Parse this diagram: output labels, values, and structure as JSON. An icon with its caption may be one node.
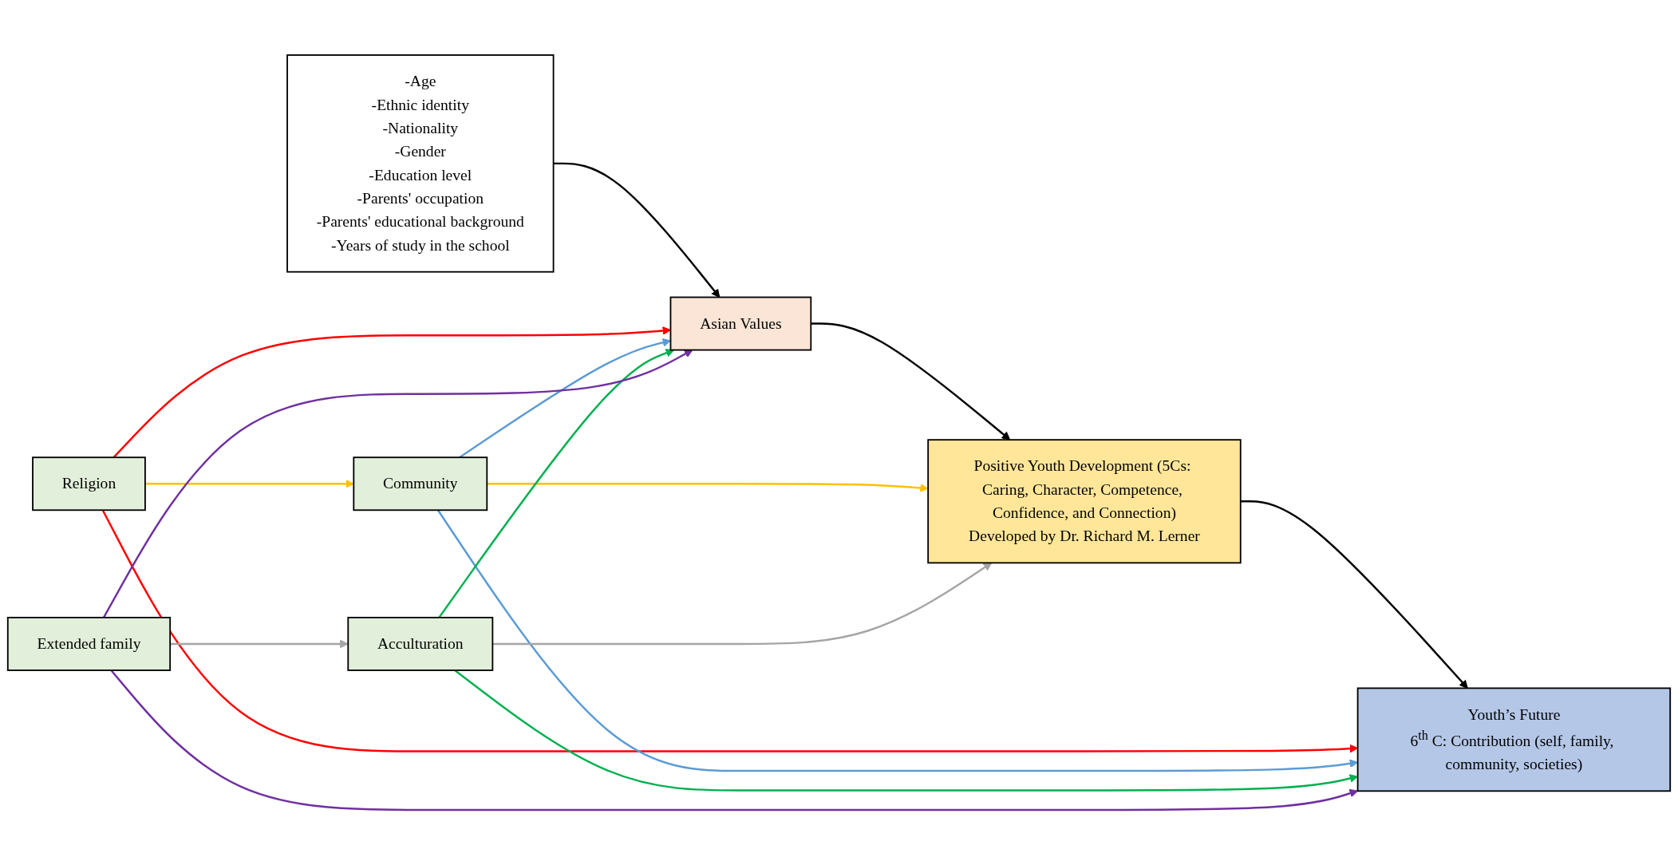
{
  "diagram": {
    "nodes": [
      {
        "text": [
          "-Age",
          "-Ethnic identity",
          "-Nationality",
          "-Gender",
          "-Education level",
          "-Parents' occupation",
          "-Parents' educational background",
          "-Years of study in the school"
        ]
      },
      {
        "text": [
          "Religion"
        ]
      },
      {
        "text": [
          "Community"
        ]
      },
      {
        "text": [
          "Asian Values"
        ]
      },
      {
        "text": [
          "Positive Youth Development (5Cs: Caring, Character, Competence, Confidence, and Connection)",
          "Developed by Dr. Richard M. Lerner"
        ]
      },
      {
        "text": [
          "Youth’s Future",
          "6$^{th}$ C: Contribution (self, family, community, societies)"
        ]
      },
      {
        "text": [
          "Acculturation"
        ]
      },
      {
        "text": [
          "Extended family"
        ]
      }
    ],
    "edges": [
      {
        "from": 0,
        "to": 3,
        "arrow": "to"
      },
      {
        "from": 3,
        "to": 4,
        "arrow": "to"
      },
      {
        "from": 4,
        "to": 5,
        "arrow": "to"
      },
      {
        "from": 1,
        "to": 3,
        "arrow": "to",
        "color": "#ff0000"
      },
      {
        "from": 1,
        "to": 5,
        "arrow": "to",
        "color": "#ff0000"
      },
      {
        "from": 1,
        "to": 2,
        "arrow": "to",
        "color": "#ffc000"
      },
      {
        "from": 2,
        "to": 3,
        "arrow": "to",
        "color": "#5b9bd5"
      },
      {
        "from": 2,
        "to": 5,
        "arrow": "to",
        "color": "#5b9bd5"
      },
      {
        "from": 2,
        "to": 4,
        "arrow": "to",
        "color": "#ffc000"
      },
      {
        "from": 6,
        "to": 4,
        "arrow": "to",
        "color": "#a5a5a5"
      },
      {
        "from": 6,
        "to": 3,
        "arrow": "to",
        "color": "#00b050"
      },
      {
        "from": 6,
        "to": 5,
        "arrow": "to",
        "color": "#00b050"
      },
      {
        "from": 7,
        "to": 6,
        "arrow": "to",
        "color": "#a5a5a5"
      },
      {
        "from": 7,
        "to": 3,
        "arrow": "to",
        "color": "#7030a0"
      },
      {
        "from": 7,
        "to": 5,
        "arrow": "to",
        "color": "#7030a0"
      }
    ]
  }
}
